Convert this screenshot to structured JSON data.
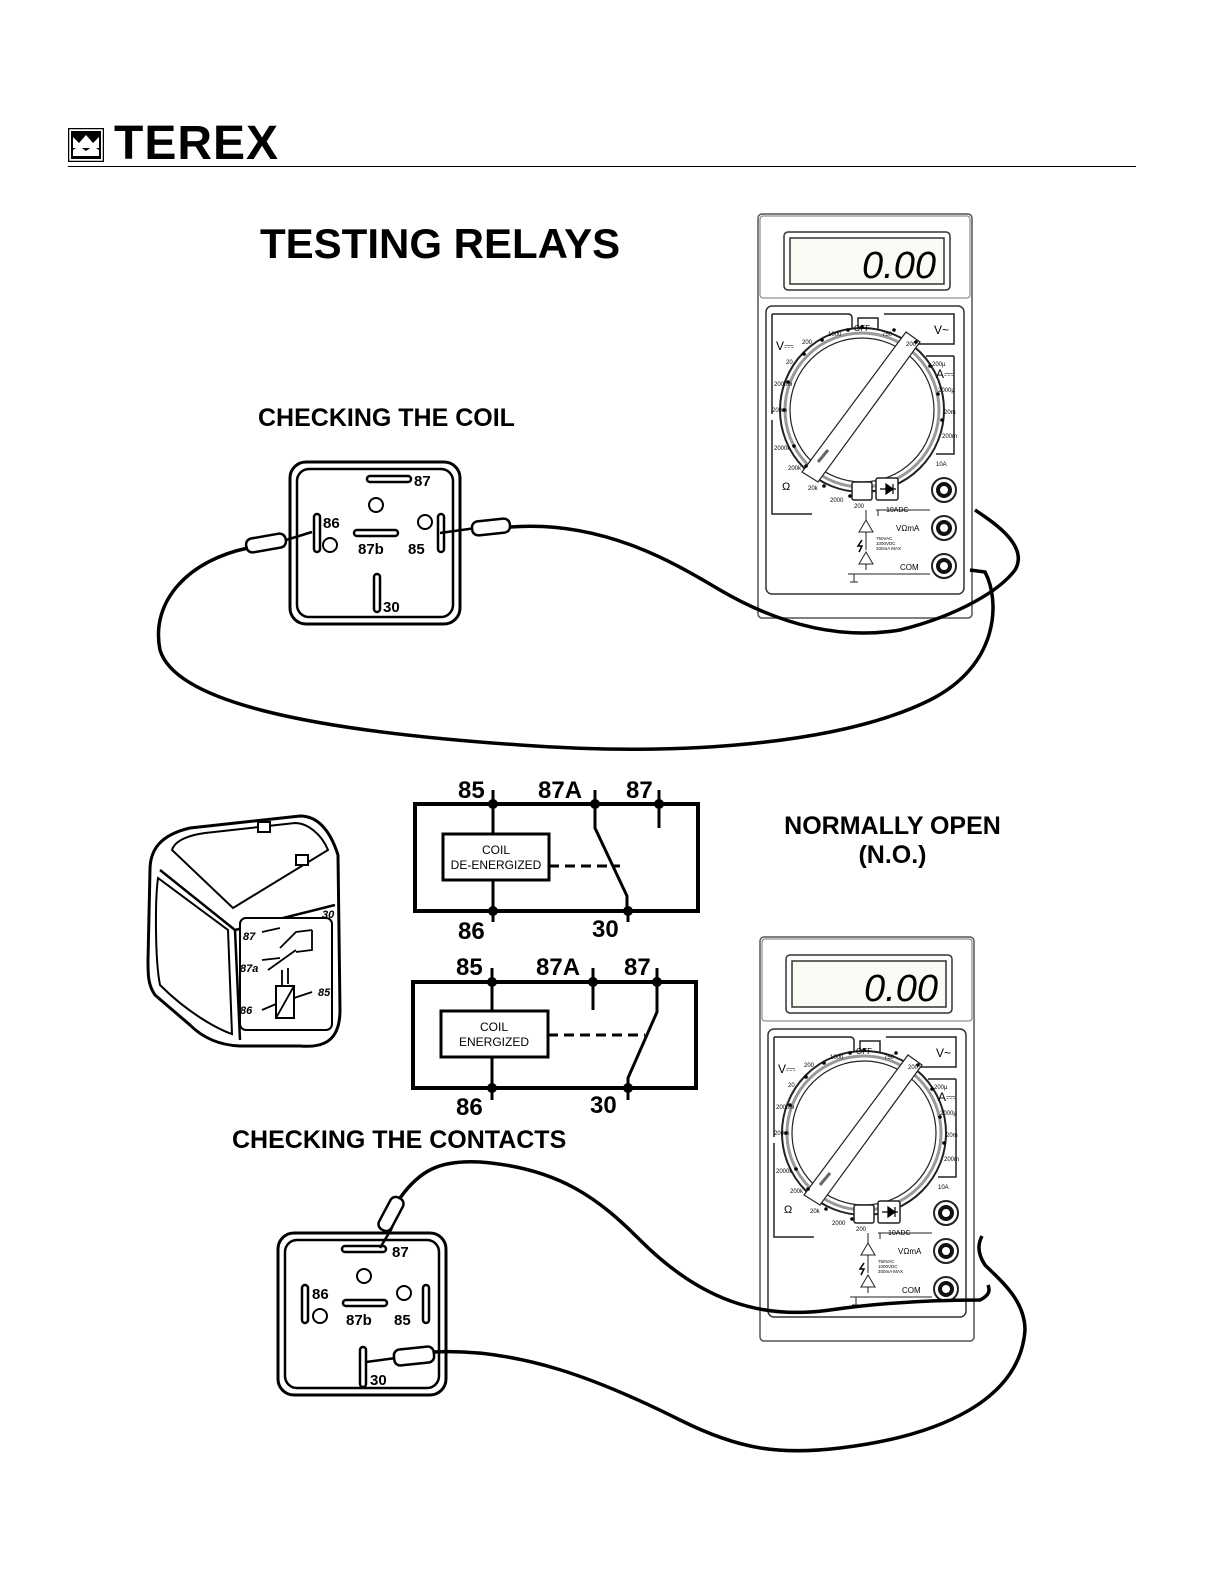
{
  "header": {
    "brand": "TEREX",
    "logo_icon": "crown-logo-icon"
  },
  "page": {
    "title": "TESTING RELAYS"
  },
  "coil_test": {
    "caption": "CHECKING THE COIL",
    "relay_pins": [
      "87",
      "86",
      "87b",
      "85",
      "30"
    ],
    "probe_pins": [
      "86",
      "85"
    ]
  },
  "contacts_test": {
    "caption": "CHECKING THE CONTACTS",
    "relay_pins": [
      "87",
      "86",
      "87b",
      "85",
      "30"
    ],
    "probe_pins": [
      "87",
      "30"
    ]
  },
  "relay_type": {
    "line1": "NORMALLY OPEN",
    "line2": "(N.O.)"
  },
  "relay_3d_pins": [
    "87",
    "87a",
    "86",
    "30",
    "85"
  ],
  "schematics": [
    {
      "state": "de-energized",
      "coil_line1": "COIL",
      "coil_line2": "DE-ENERGIZED",
      "top_labels": [
        "85",
        "87A",
        "87"
      ],
      "bottom_labels": [
        "86",
        "30"
      ],
      "switch_to": "87A"
    },
    {
      "state": "energized",
      "coil_line1": "COIL",
      "coil_line2": "ENERGIZED",
      "top_labels": [
        "85",
        "87A",
        "87"
      ],
      "bottom_labels": [
        "86",
        "30"
      ],
      "switch_to": "87"
    }
  ],
  "multimeters": [
    {
      "display": "0.00",
      "dial": {
        "off": "OFF",
        "vdc": "V⎓",
        "vac": "V~",
        "adc": "A⎓",
        "ohm": "Ω",
        "vdc_ranges": [
          "1000",
          "200",
          "20",
          "2000m",
          "200m"
        ],
        "vac_ranges": [
          "750",
          "200"
        ],
        "adc_ranges": [
          "200µ",
          "2000µ",
          "20m",
          "200m",
          "10A"
        ],
        "ohm_ranges": [
          "2000k",
          "200k",
          "20k",
          "2000",
          "200"
        ]
      },
      "jacks": [
        "10ADC",
        "VΩmA",
        "COM"
      ],
      "warning": [
        "750VAC",
        "1000VDC",
        "200mA MAX"
      ]
    },
    {
      "display": "0.00",
      "dial": {
        "off": "OFF",
        "vdc": "V⎓",
        "vac": "V~",
        "adc": "A⎓",
        "ohm": "Ω",
        "vdc_ranges": [
          "1000",
          "200",
          "20",
          "2000m",
          "200m"
        ],
        "vac_ranges": [
          "750",
          "200"
        ],
        "adc_ranges": [
          "200µ",
          "2000µ",
          "20m",
          "200m",
          "10A"
        ],
        "ohm_ranges": [
          "2000k",
          "200k",
          "20k",
          "2000",
          "200"
        ]
      },
      "jacks": [
        "10ADC",
        "VΩmA",
        "COM"
      ],
      "warning": [
        "750VAC",
        "1000VDC",
        "200mA MAX"
      ]
    }
  ]
}
